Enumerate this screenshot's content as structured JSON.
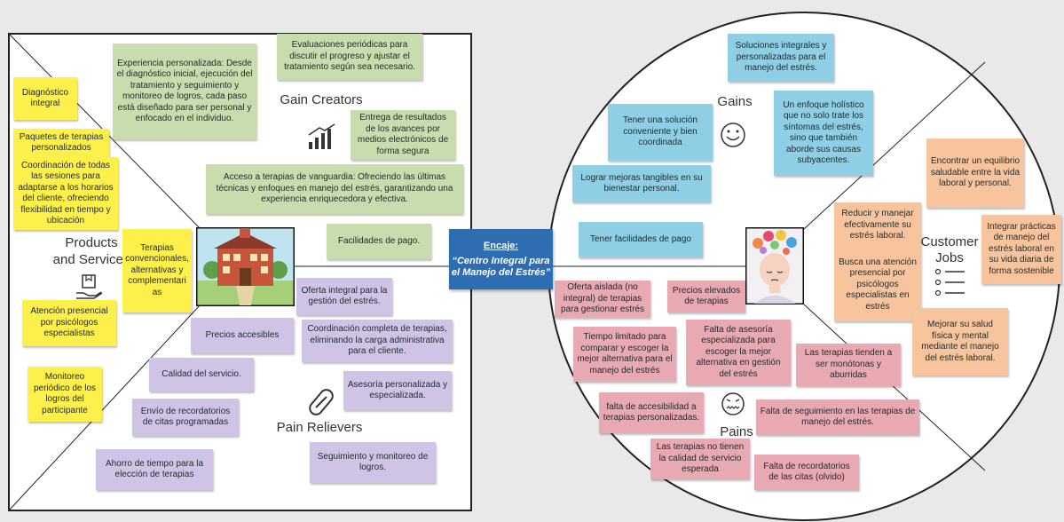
{
  "fit": {
    "heading": "Encaje:",
    "body": "“Centro Integral para el Manejo del Estrés”"
  },
  "value_map": {
    "products_title": "Products\nand Services",
    "gain_creators_title": "Gain Creators",
    "pain_relievers_title": "Pain Relievers",
    "products": [
      "Diagnóstico integral",
      "Paquetes de terapias personalizados",
      "Coordinación de todas las sesiones para adaptarse a los horarios del cliente, ofreciendo flexibilidad en tiempo y ubicación",
      "Terapias convencionales, alternativas y complementari as",
      "Atención presencial por psicólogos especialistas",
      "Monitoreo periódico de los logros del participante"
    ],
    "gain_creators": [
      "Experiencia personalizada: Desde el diagnóstico inicial, ejecución del tratamiento y seguimiento y monitoreo de logros, cada paso está diseñado para ser personal y enfocado en el individuo.",
      "Evaluaciones periódicas para discutir el progreso y ajustar el tratamiento según sea necesario.",
      "Entrega de resultados de los avances por medios electrónicos de forma segura",
      "Acceso a terapias de vanguardia: Ofreciendo las últimas técnicas y enfoques en manejo del estrés, garantizando una experiencia enriquecedora y efectiva.",
      "Facilidades de pago."
    ],
    "pain_relievers": [
      "Oferta integral para la gestión del estrés.",
      "Precios accesibles",
      "Coordinación completa de terapias, eliminando la carga administrativa para el cliente.",
      "Calidad del servicio.",
      "Asesoría personalizada y especializada.",
      "Envío de recordatorios de citas programadas",
      "Ahorro de tiempo para la elección de terapias",
      "Seguimiento y monitoreo de logros."
    ]
  },
  "customer_profile": {
    "gains_title": "Gains",
    "pains_title": "Pains",
    "jobs_title": "Customer\nJobs",
    "gains": [
      "Soluciones integrales y personalizadas para el manejo del estrés.",
      "Tener una solución conveniente y bien coordinada",
      "Un enfoque holístico que no solo trate los síntomas del estrés, sino que también aborde sus causas subyacentes.",
      "Lograr mejoras tangibles en su bienestar personal.",
      "Tener facilidades de pago"
    ],
    "jobs": [
      "Encontrar un equilibrio saludable entre la vida laboral y personal.",
      "Reducir y manejar efectivamente su estrés laboral.",
      "Busca una atención presencial por psicólogos especialistas en estrés",
      "Integrar prácticas de manejo del estrés laboral en su vida diaria de forma sostenible",
      "Mejorar su salud física y mental mediante el manejo del estrés laboral."
    ],
    "pains": [
      "Oferta aislada (no integral) de terapias para gestionar estrés",
      "Precios elevados de terapias",
      "Tiempo limitado para comparar y escoger la mejor alternativa para el manejo del estrés",
      "Falta de asesoría especializada para escoger la mejor alternativa en gestión del estrés",
      "Las terapias tienden a ser monótonas y aburridas",
      "falta de accesibilidad a terapias personalizadas.",
      "Falta de seguimiento en las terapias de manejo del estrés.",
      "Las terapias no tienen la calidad de servicio esperada",
      "Falta de recordatorios de las citas (olvido)"
    ]
  },
  "colors": {
    "products": "#fdf04a",
    "gain_creators": "#c8dcae",
    "pain_relievers": "#cfc4e6",
    "gains": "#8ecfe6",
    "jobs": "#f8c49e",
    "pains": "#e8a9b2",
    "fit": "#2f6db3"
  },
  "icons": [
    "gift-icon",
    "growth-chart-icon",
    "pill-icon",
    "smiley-icon",
    "sad-face-icon",
    "list-icon",
    "school-building-image",
    "stressed-woman-image"
  ]
}
